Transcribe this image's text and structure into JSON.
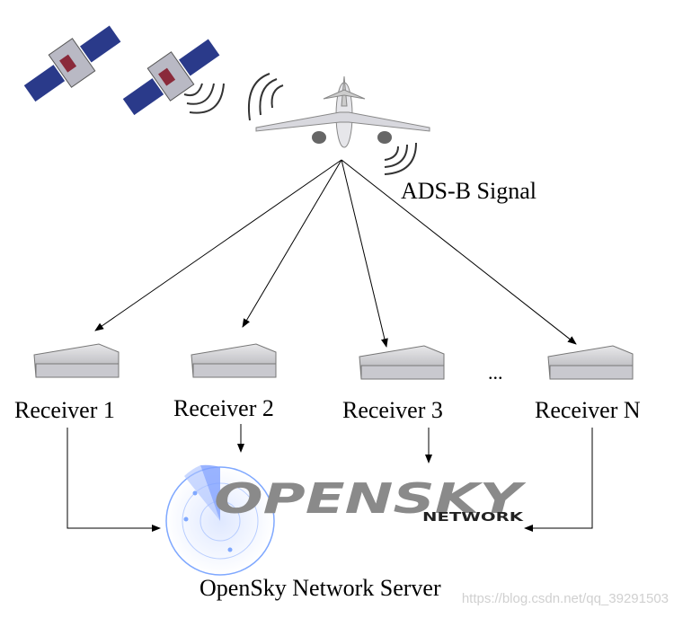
{
  "diagram": {
    "signal_label": "ADS-B Signal",
    "receivers": [
      {
        "label": "Receiver 1"
      },
      {
        "label": "Receiver 2"
      },
      {
        "label": "Receiver 3"
      },
      {
        "label": "Receiver N"
      }
    ],
    "ellipsis": "...",
    "server_label": "OpenSky Network Server",
    "logo": {
      "title": "OPENSKY",
      "subtitle": "NETWORK"
    },
    "watermark": "https://blog.csdn.net/qq_39291503",
    "colors": {
      "radar": "#7fa8ff",
      "logo": "#8a8a8a",
      "line": "#000000"
    }
  }
}
